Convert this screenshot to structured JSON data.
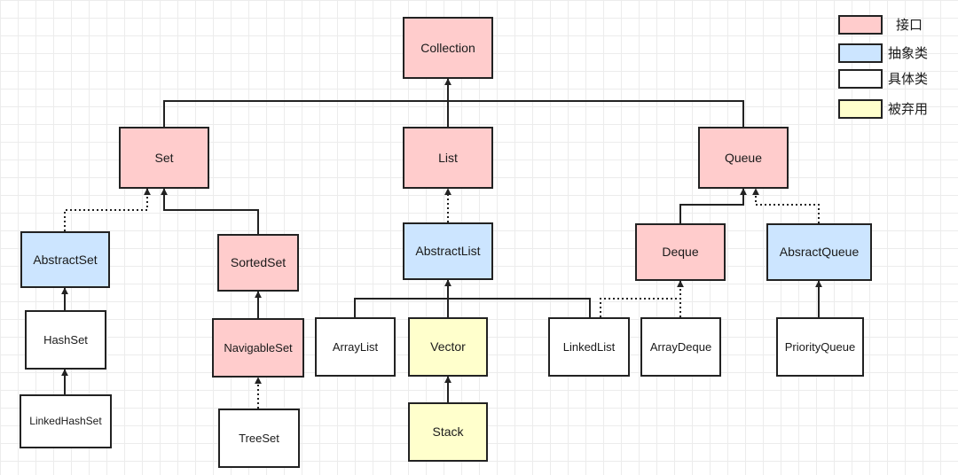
{
  "legend": [
    {
      "key": "interface",
      "label": "接口",
      "color": "#ffcccc"
    },
    {
      "key": "abstract",
      "label": "抽象类",
      "color": "#cce5ff"
    },
    {
      "key": "concrete",
      "label": "具体类",
      "color": "#ffffff"
    },
    {
      "key": "deprecated",
      "label": "被弃用",
      "color": "#ffffcc"
    }
  ],
  "nodes": {
    "collection": {
      "label": "Collection",
      "kind": "interface"
    },
    "set": {
      "label": "Set",
      "kind": "interface"
    },
    "list": {
      "label": "List",
      "kind": "interface"
    },
    "queue": {
      "label": "Queue",
      "kind": "interface"
    },
    "abstract_set": {
      "label": "AbstractSet",
      "kind": "abstract"
    },
    "sorted_set": {
      "label": "SortedSet",
      "kind": "interface"
    },
    "abstract_list": {
      "label": "AbstractList",
      "kind": "abstract"
    },
    "deque": {
      "label": "Deque",
      "kind": "interface"
    },
    "absract_queue": {
      "label": "AbsractQueue",
      "kind": "abstract"
    },
    "hash_set": {
      "label": "HashSet",
      "kind": "concrete"
    },
    "navigable_set": {
      "label": "NavigableSet",
      "kind": "interface"
    },
    "array_list": {
      "label": "ArrayList",
      "kind": "concrete"
    },
    "vector": {
      "label": "Vector",
      "kind": "deprecated"
    },
    "linked_list": {
      "label": "LinkedList",
      "kind": "concrete"
    },
    "array_deque": {
      "label": "ArrayDeque",
      "kind": "concrete"
    },
    "priority_queue": {
      "label": "PriorityQueue",
      "kind": "concrete"
    },
    "linked_hash_set": {
      "label": "LinkedHashSet",
      "kind": "concrete"
    },
    "tree_set": {
      "label": "TreeSet",
      "kind": "concrete"
    },
    "stack": {
      "label": "Stack",
      "kind": "deprecated"
    }
  },
  "edges": [
    {
      "from": "set",
      "to": "collection",
      "style": "solid"
    },
    {
      "from": "list",
      "to": "collection",
      "style": "solid"
    },
    {
      "from": "queue",
      "to": "collection",
      "style": "solid"
    },
    {
      "from": "abstract_set",
      "to": "set",
      "style": "dotted"
    },
    {
      "from": "sorted_set",
      "to": "set",
      "style": "solid"
    },
    {
      "from": "hash_set",
      "to": "abstract_set",
      "style": "solid"
    },
    {
      "from": "linked_hash_set",
      "to": "hash_set",
      "style": "solid"
    },
    {
      "from": "navigable_set",
      "to": "sorted_set",
      "style": "solid"
    },
    {
      "from": "tree_set",
      "to": "navigable_set",
      "style": "dotted"
    },
    {
      "from": "abstract_list",
      "to": "list",
      "style": "dotted"
    },
    {
      "from": "array_list",
      "to": "abstract_list",
      "style": "solid"
    },
    {
      "from": "vector",
      "to": "abstract_list",
      "style": "solid"
    },
    {
      "from": "linked_list",
      "to": "abstract_list",
      "style": "solid"
    },
    {
      "from": "stack",
      "to": "vector",
      "style": "solid"
    },
    {
      "from": "deque",
      "to": "queue",
      "style": "solid"
    },
    {
      "from": "absract_queue",
      "to": "queue",
      "style": "dotted"
    },
    {
      "from": "linked_list",
      "to": "deque",
      "style": "dotted"
    },
    {
      "from": "array_deque",
      "to": "deque",
      "style": "dotted"
    },
    {
      "from": "priority_queue",
      "to": "absract_queue",
      "style": "solid"
    }
  ]
}
